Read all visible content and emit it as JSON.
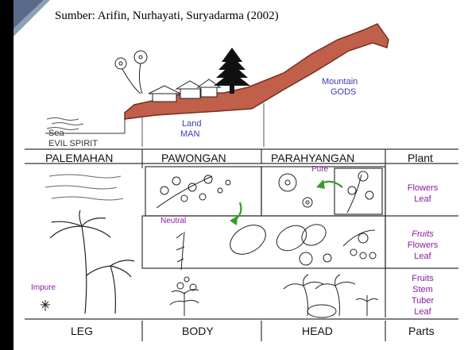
{
  "source": "Sumber: Arifin, Nurhayati, Suryadarma (2002)",
  "top_labels": {
    "sea": "Sea",
    "evil_spirit": "EVIL SPIRIT",
    "land": "Land",
    "man": "MAN",
    "mountain": "Mountain",
    "gods": "GODS"
  },
  "headers": {
    "palemahan": "PALEMAHAN",
    "pawongan": "PAWONGAN",
    "parahyangan": "PARAHYANGAN",
    "plant": "Plant"
  },
  "annotations": {
    "pure": "Pure",
    "neutral": "Neutral",
    "impure": "Impure"
  },
  "plant_parts": {
    "row1": [
      "Flowers",
      "Leaf"
    ],
    "row2": [
      "Fruits",
      "Flowers",
      "Leaf"
    ],
    "row3": [
      "Fruits",
      "Stem",
      "Tuber",
      "Leaf"
    ]
  },
  "footer": {
    "leg": "LEG",
    "body": "BODY",
    "head": "HEAD",
    "parts": "Parts"
  },
  "colors": {
    "mountain": "#c0604a",
    "mountain_dark": "#7a2c1c",
    "label_blue": "#3a3ab0",
    "label_purple": "#8a1ca0",
    "arrow_green": "#3a9a2a"
  }
}
